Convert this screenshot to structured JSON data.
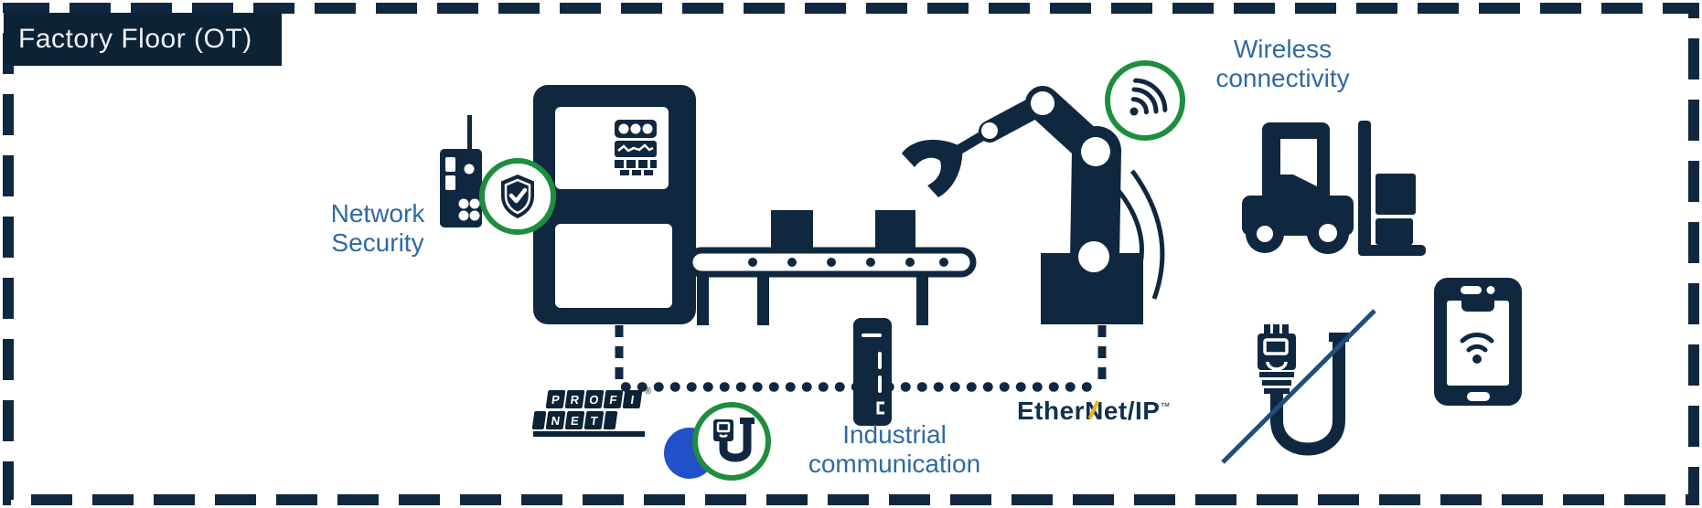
{
  "title": "Factory Floor (OT)",
  "labels": {
    "network_security_line1": "Network",
    "network_security_line2": "Security",
    "wireless_line1": "Wireless",
    "wireless_line2": "connectivity",
    "industrial_line1": "Industrial",
    "industrial_line2": "communication"
  },
  "logos": {
    "profinet": {
      "row1": [
        "P",
        "R",
        "O",
        "F",
        "I"
      ],
      "reg_mark": "®",
      "row2": [
        "N",
        "E",
        "T"
      ]
    },
    "ethernet_ip": {
      "prefix": "Ether",
      "n": "N",
      "suffix": "et/IP",
      "tm": "™"
    }
  },
  "icons": {
    "security_badge": "shield-check-icon",
    "wireless_badge": "wifi-icon",
    "connector_badge": "ethernet-plug-icon",
    "network_device": "network-switch-icon",
    "cabinet": "control-cabinet-icon",
    "conveyor": "conveyor-belt-icon",
    "robot": "robot-arm-icon",
    "forklift": "forklift-icon",
    "comm_module": "industrial-communication-module-icon",
    "no_cable": "crossed-ethernet-cable-icon",
    "tablet": "tablet-wifi-icon"
  },
  "colors": {
    "navy": "#10283f",
    "title_bg": "#0c2235",
    "label_blue": "#2f6aa3",
    "badge_green": "#1e8e3e",
    "accent_yellow": "#f2b117",
    "bright_blue": "#2150c8",
    "white": "#ffffff"
  }
}
